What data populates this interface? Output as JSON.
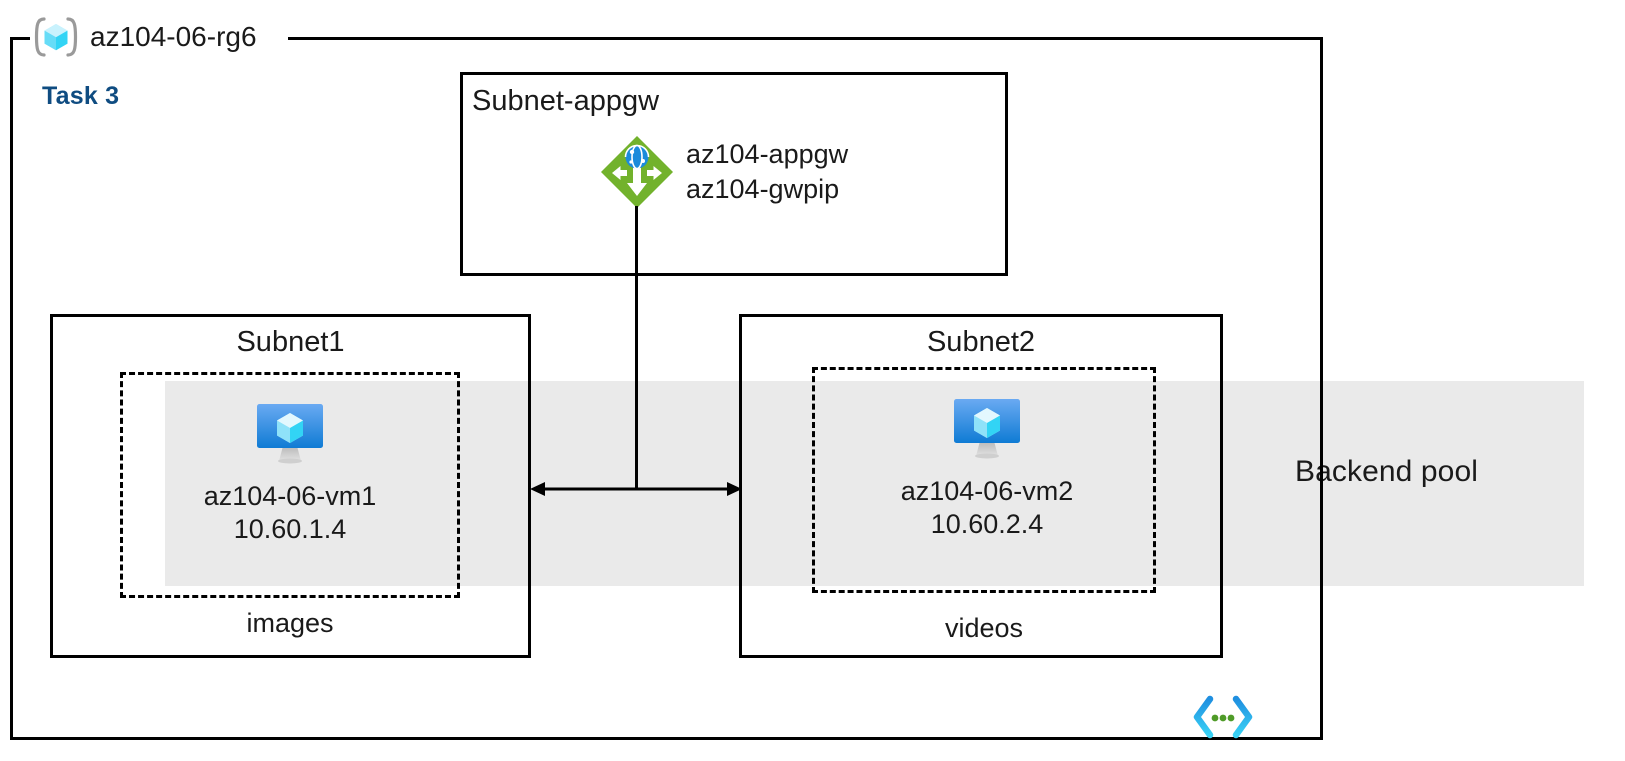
{
  "diagram": {
    "type": "azure-architecture",
    "resource_group": {
      "name": "az104-06-rg6",
      "icon": "resource-group-cube-icon"
    },
    "task": {
      "label": "Task 3",
      "color": "#0f4c81"
    },
    "backend_pool": {
      "label": "Backend pool",
      "fill": "#eaeaea"
    },
    "subnets": [
      {
        "id": "subnet-appgw",
        "title": "Subnet-appgw",
        "title_align": "left",
        "resources": [
          {
            "icon": "application-gateway-icon",
            "lines": [
              "az104-appgw",
              "az104-gwpip"
            ]
          }
        ]
      },
      {
        "id": "subnet1",
        "title": "Subnet1",
        "title_align": "center",
        "caption": "images",
        "vm": {
          "icon": "virtual-machine-icon",
          "name": "az104-06-vm1",
          "ip": "10.60.1.4"
        }
      },
      {
        "id": "subnet2",
        "title": "Subnet2",
        "title_align": "center",
        "caption": "videos",
        "vm": {
          "icon": "virtual-machine-icon",
          "name": "az104-06-vm2",
          "ip": "10.60.2.4"
        }
      }
    ],
    "connectors": [
      {
        "id": "appgw-to-bus",
        "kind": "vertical-line"
      },
      {
        "id": "subnet1-subnet2-bus",
        "kind": "double-headed-arrow"
      }
    ],
    "glyphs": [
      {
        "id": "code-brackets",
        "icon": "code-brackets-icon",
        "bracket_color": "#27b0ee",
        "dot_color": "#4f9b28"
      }
    ],
    "colors": {
      "appgw_green": "#72b22c",
      "appgw_globe_blue": "#1b8bdb",
      "vm_blue_top": "#5ea0ef",
      "vm_blue_bottom": "#0f7bd4",
      "vm_cube_cyan": "#9fe8fb",
      "rg_icon_cyan": "#32d4f5",
      "rg_bracket_gray": "#9a9a9a",
      "band_gray": "#eaeaea",
      "stroke_black": "#000000",
      "task_blue": "#0f4c81"
    }
  }
}
